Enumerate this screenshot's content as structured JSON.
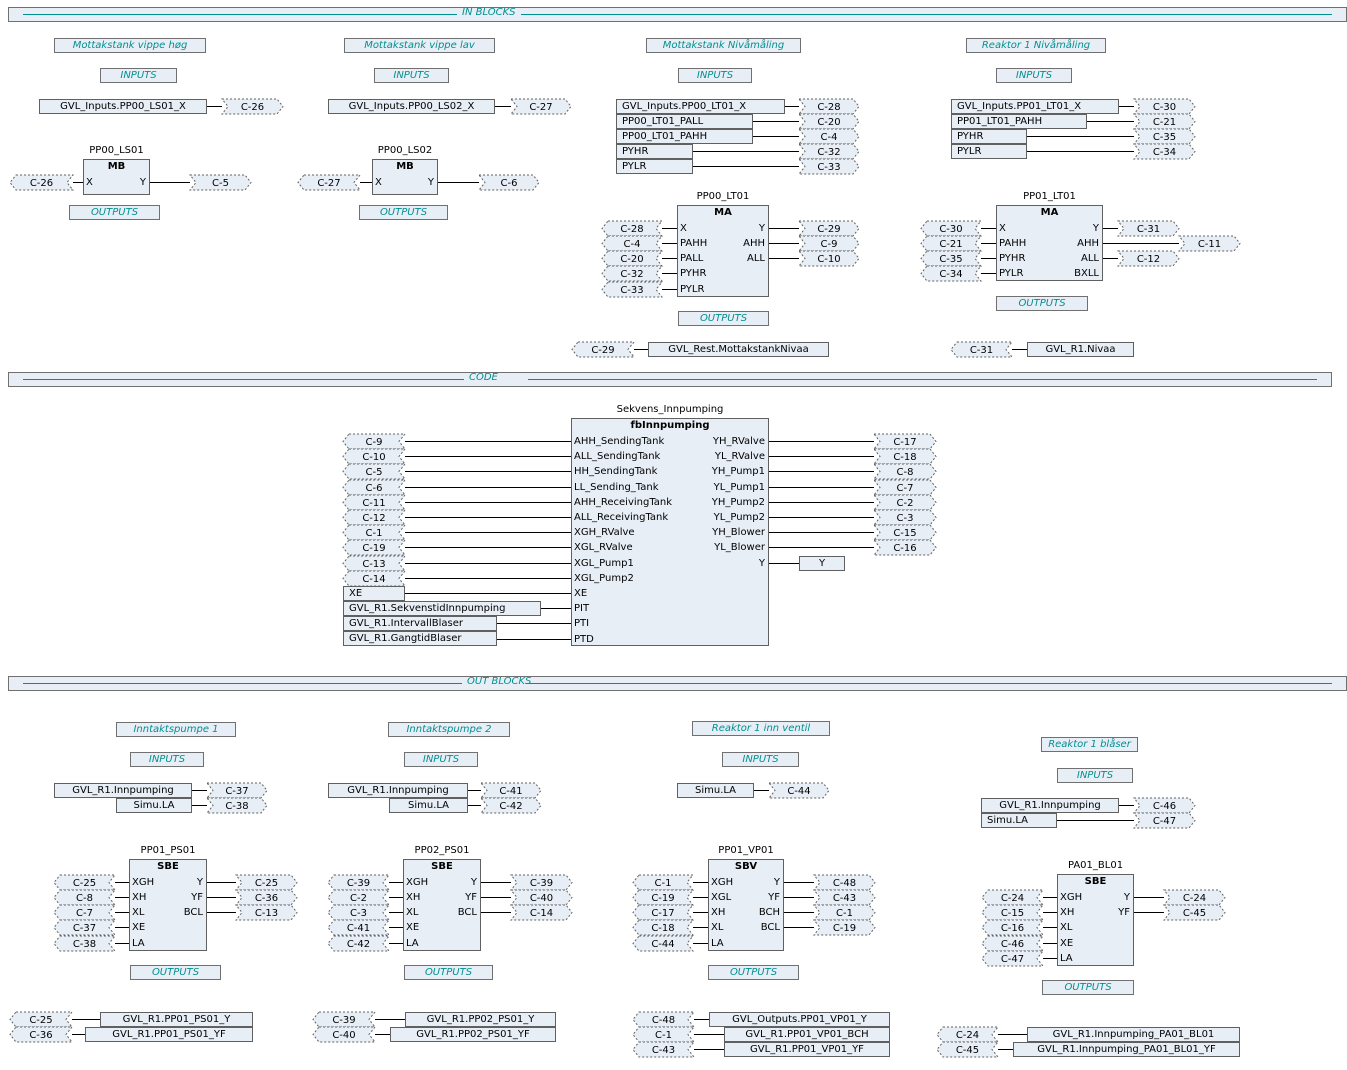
{
  "sections": {
    "in_blocks": "IN BLOCKS",
    "code": "CODE",
    "out_blocks": "OUT BLOCKS"
  },
  "comments": {
    "pp00_ls01": "Mottakstank vippe høg",
    "pp00_ls02": "Mottakstank vippe lav",
    "pp00_lt01": "Mottakstank Nivåmåling",
    "pp01_lt01": "Reaktor 1 Nivåmåling",
    "inputs": "INPUTS",
    "outputs": "OUTPUTS",
    "pp01_ps01": "Inntaktspumpe 1",
    "pp02_ps01": "Inntaktspumpe 2",
    "pp01_vp01": "Reaktor 1 inn ventil",
    "pa01_bl01": "Reaktor 1 blåser"
  },
  "variables": {
    "pp00_ls01_x": "GVL_Inputs.PP00_LS01_X",
    "pp00_ls02_x": "GVL_Inputs.PP00_LS02_X",
    "pp00_lt01_x": "GVL_Inputs.PP00_LT01_X",
    "pp00_lt01_pall": "PP00_LT01_PALL",
    "pp00_lt01_pahh": "PP00_LT01_PAHH",
    "pyhr": "PYHR",
    "pylr": "PYLR",
    "pp01_lt01_x": "GVL_Inputs.PP01_LT01_X",
    "pp01_lt01_pahh": "PP01_LT01_PAHH",
    "rest_mottakstank": "GVL_Rest.MottakstankNivaa",
    "r1_nivaa": "GVL_R1.Nivaa",
    "xe": "XE",
    "r1_sekvenstid": "GVL_R1.SekvenstidInnpumping",
    "r1_intervall": "GVL_R1.IntervallBlaser",
    "r1_gangtid": "GVL_R1.GangtidBlaser",
    "y": "Y",
    "r1_innpumping": "GVL_R1.Innpumping",
    "simu_la": "Simu.LA",
    "r1_pp01_ps01_y": "GVL_R1.PP01_PS01_Y",
    "r1_pp01_ps01_yf": "GVL_R1.PP01_PS01_YF",
    "r1_pp02_ps01_y": "GVL_R1.PP02_PS01_Y",
    "r1_pp02_ps01_yf": "GVL_R1.PP02_PS01_YF",
    "outputs_pp01_vp01_y": "GVL_Outputs.PP01_VP01_Y",
    "r1_pp01_vp01_bch": "GVL_R1.PP01_VP01_BCH",
    "r1_pp01_vp01_yf": "GVL_R1.PP01_VP01_YF",
    "r1_innpumping_pa01_y": "GVL_R1.Innpumping_PA01_BL01",
    "r1_innpumping_pa01_yf": "GVL_R1.Innpumping_PA01_BL01_YF"
  },
  "blocks": {
    "pp00_ls01": {
      "instance": "PP00_LS01",
      "type": "MB",
      "inputs": [
        "X"
      ],
      "outputs": [
        "Y"
      ]
    },
    "pp00_ls02": {
      "instance": "PP00_LS02",
      "type": "MB",
      "inputs": [
        "X"
      ],
      "outputs": [
        "Y"
      ]
    },
    "pp00_lt01": {
      "instance": "PP00_LT01",
      "type": "MA",
      "inputs": [
        "X",
        "PAHH",
        "PALL",
        "PYHR",
        "PYLR"
      ],
      "outputs": [
        "Y",
        "AHH",
        "ALL"
      ]
    },
    "pp01_lt01": {
      "instance": "PP01_LT01",
      "type": "MA",
      "inputs": [
        "X",
        "PAHH",
        "PYHR",
        "PYLR"
      ],
      "outputs": [
        "Y",
        "AHH",
        "ALL",
        "BXLL"
      ]
    },
    "sekvens": {
      "instance": "Sekvens_Innpumping",
      "type": "fbInnpumping",
      "inputs": [
        "AHH_SendingTank",
        "ALL_SendingTank",
        "HH_SendingTank",
        "LL_Sending_Tank",
        "AHH_ReceivingTank",
        "ALL_ReceivingTank",
        "XGH_RValve",
        "XGL_RValve",
        "XGL_Pump1",
        "XGL_Pump2",
        "XE",
        "PIT",
        "PTI",
        "PTD"
      ],
      "outputs": [
        "YH_RValve",
        "YL_RValve",
        "YH_Pump1",
        "YL_Pump1",
        "YH_Pump2",
        "YL_Pump2",
        "YH_Blower",
        "YL_Blower",
        "Y"
      ]
    },
    "pp01_ps01": {
      "instance": "PP01_PS01",
      "type": "SBE",
      "inputs": [
        "XGH",
        "XH",
        "XL",
        "XE",
        "LA"
      ],
      "outputs": [
        "Y",
        "YF",
        "BCL"
      ]
    },
    "pp02_ps01": {
      "instance": "PP02_PS01",
      "type": "SBE",
      "inputs": [
        "XGH",
        "XH",
        "XL",
        "XE",
        "LA"
      ],
      "outputs": [
        "Y",
        "YF",
        "BCL"
      ]
    },
    "pp01_vp01": {
      "instance": "PP01_VP01",
      "type": "SBV",
      "inputs": [
        "XGH",
        "XGL",
        "XH",
        "XL",
        "LA"
      ],
      "outputs": [
        "Y",
        "YF",
        "BCH",
        "BCL"
      ]
    },
    "pa01_bl01": {
      "instance": "PA01_BL01",
      "type": "SBE",
      "inputs": [
        "XGH",
        "XH",
        "XL",
        "XE",
        "LA"
      ],
      "outputs": [
        "Y",
        "YF"
      ]
    }
  },
  "connectors": {
    "c1": "C-1",
    "c2": "C-2",
    "c3": "C-3",
    "c4": "C-4",
    "c5": "C-5",
    "c6": "C-6",
    "c7": "C-7",
    "c8": "C-8",
    "c9": "C-9",
    "c10": "C-10",
    "c11": "C-11",
    "c12": "C-12",
    "c13": "C-13",
    "c14": "C-14",
    "c15": "C-15",
    "c16": "C-16",
    "c17": "C-17",
    "c18": "C-18",
    "c19": "C-19",
    "c20": "C-20",
    "c21": "C-21",
    "c24": "C-24",
    "c25": "C-25",
    "c26": "C-26",
    "c27": "C-27",
    "c28": "C-28",
    "c29": "C-29",
    "c30": "C-30",
    "c31": "C-31",
    "c32": "C-32",
    "c33": "C-33",
    "c34": "C-34",
    "c35": "C-35",
    "c36": "C-36",
    "c37": "C-37",
    "c38": "C-38",
    "c39": "C-39",
    "c40": "C-40",
    "c41": "C-41",
    "c42": "C-42",
    "c43": "C-43",
    "c44": "C-44",
    "c45": "C-45",
    "c46": "C-46",
    "c47": "C-47",
    "c48": "C-48"
  },
  "colors": {
    "fill": "#e8eef6",
    "border": "#606060",
    "comment_text": "#009090",
    "wire": "#000000"
  }
}
